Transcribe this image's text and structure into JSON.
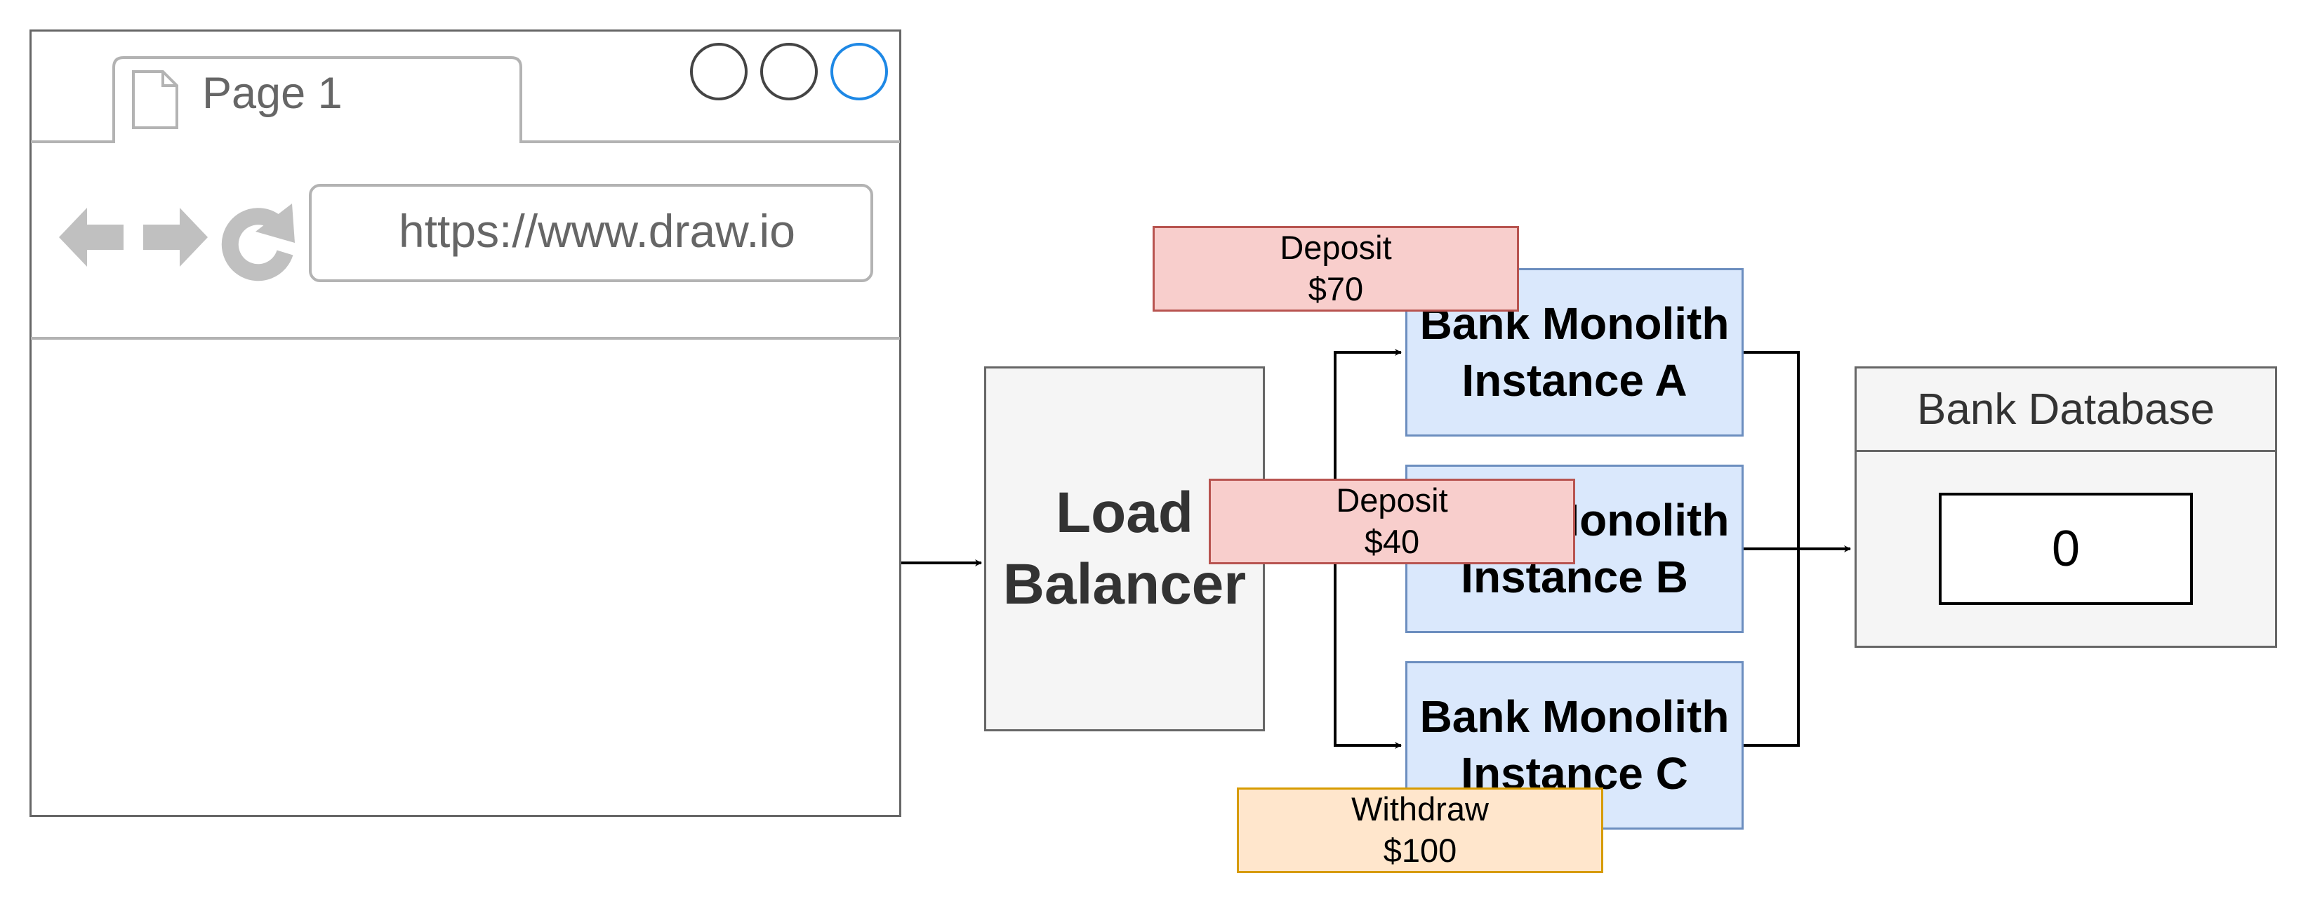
{
  "browser": {
    "tab_label": "Page 1",
    "url": "https://www.draw.io"
  },
  "load_balancer": {
    "lines": [
      "Load",
      "Balancer"
    ]
  },
  "instances": [
    {
      "lines": [
        "Bank Monolith",
        "Instance A"
      ]
    },
    {
      "lines": [
        "Bank Monolith",
        "Instance B"
      ]
    },
    {
      "lines": [
        "Bank Monolith",
        "Instance C"
      ]
    }
  ],
  "database": {
    "title": "Bank Database",
    "value": "0"
  },
  "operations": [
    {
      "lines": [
        "Deposit",
        "$70"
      ]
    },
    {
      "lines": [
        "Deposit",
        "$40"
      ]
    },
    {
      "lines": [
        "Withdraw",
        "$100"
      ]
    }
  ],
  "colors": {
    "instance_fill": "#dae8fc",
    "instance_stroke": "#6c8ebf",
    "deposit_fill": "#f8cecc",
    "deposit_stroke": "#b85450",
    "withdraw_fill": "#ffe6cc",
    "withdraw_stroke": "#d79b00",
    "neutral_fill": "#f5f5f5",
    "neutral_stroke": "#666666",
    "active_window_button": "#1e88e5"
  }
}
